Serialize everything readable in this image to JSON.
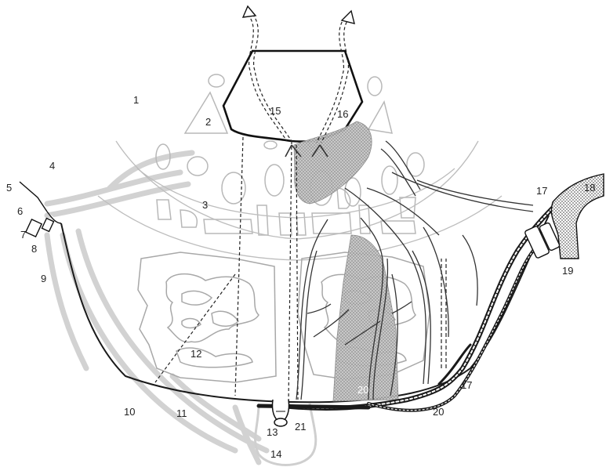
{
  "labels": {
    "l1": "1",
    "l2": "2",
    "l3": "3",
    "l4": "4",
    "l5": "5",
    "l6": "6",
    "l7": "7",
    "l8": "8",
    "l9": "9",
    "l10": "10",
    "l11": "11",
    "l12": "12",
    "l13": "13",
    "l14": "14",
    "l15": "15",
    "l16": "16",
    "l17a": "17",
    "l17b": "17",
    "l18": "18",
    "l19": "19",
    "l20a": "20",
    "l20b": "20",
    "l21": "21"
  },
  "colors": {
    "ink": "#1a1a1a",
    "faint": "#c8c8c8",
    "pale": "#dedede",
    "shade": "#9a9a9a",
    "vessel": "#222222"
  }
}
